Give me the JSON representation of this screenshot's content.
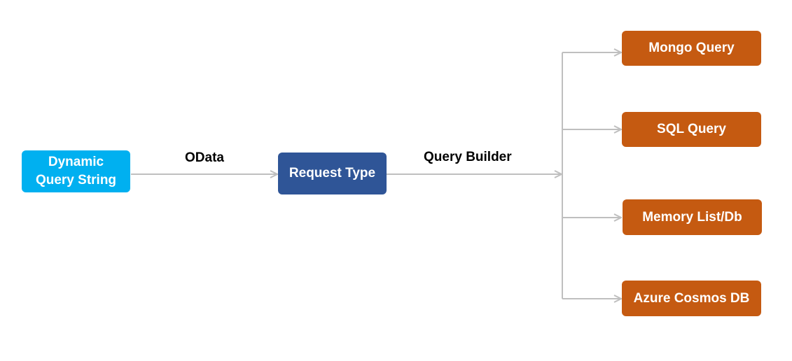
{
  "colors": {
    "source": "#00b0f0",
    "middle": "#2f5597",
    "target": "#c55a11",
    "connector": "#bfbfbf"
  },
  "nodes": {
    "source": {
      "line1": "Dynamic",
      "line2": "Query String"
    },
    "middle": {
      "label": "Request Type"
    },
    "targets": [
      {
        "label": "Mongo Query"
      },
      {
        "label": "SQL Query"
      },
      {
        "label": "Memory List/Db"
      },
      {
        "label": "Azure Cosmos DB"
      }
    ]
  },
  "edges": {
    "odata_label": "OData",
    "query_builder_label": "Query Builder"
  }
}
